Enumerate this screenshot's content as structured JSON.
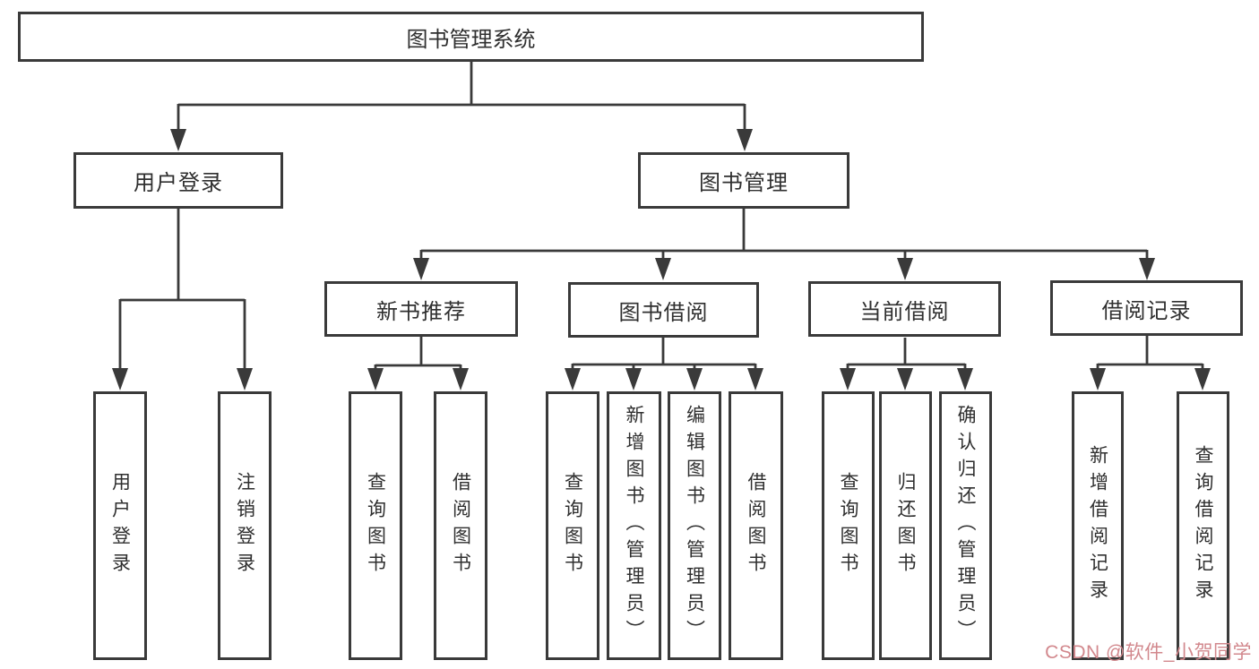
{
  "diagram": {
    "title": "图书管理系统",
    "watermark": "CSDN @软件_小贺同学",
    "colors": {
      "line": "#3a3a3a",
      "box_border": "#3a3a3a",
      "text": "#2f2f2f",
      "watermark": "#d2888d",
      "background": "#ffffff"
    },
    "nodes": {
      "root": "图书管理系统",
      "user_login": "用户登录",
      "book_mgmt": "图书管理",
      "new_book_rec": "新书推荐",
      "book_borrow": "图书借阅",
      "current_borrow": "当前借阅",
      "borrow_records": "借阅记录",
      "leaf_user_login": "用户登录",
      "leaf_logout": "注销登录",
      "leaf_rec_query_book": "查询图书",
      "leaf_rec_borrow_book": "借阅图书",
      "leaf_bb_query_book": "查询图书",
      "leaf_bb_add_book": "新增图书（管理员）",
      "leaf_bb_edit_book": "编辑图书（管理员）",
      "leaf_bb_borrow_book": "借阅图书",
      "leaf_cb_query_book": "查询图书",
      "leaf_cb_return_book": "归还图书",
      "leaf_cb_confirm_return": "确认归还（管理员）",
      "leaf_br_add_record": "新增借阅记录",
      "leaf_br_query_record": "查询借阅记录"
    },
    "hierarchy": {
      "图书管理系统": {
        "用户登录": [
          "用户登录",
          "注销登录"
        ],
        "图书管理": {
          "新书推荐": [
            "查询图书",
            "借阅图书"
          ],
          "图书借阅": [
            "查询图书",
            "新增图书（管理员）",
            "编辑图书（管理员）",
            "借阅图书"
          ],
          "当前借阅": [
            "查询图书",
            "归还图书",
            "确认归还（管理员）"
          ],
          "借阅记录": [
            "新增借阅记录",
            "查询借阅记录"
          ]
        }
      }
    }
  }
}
